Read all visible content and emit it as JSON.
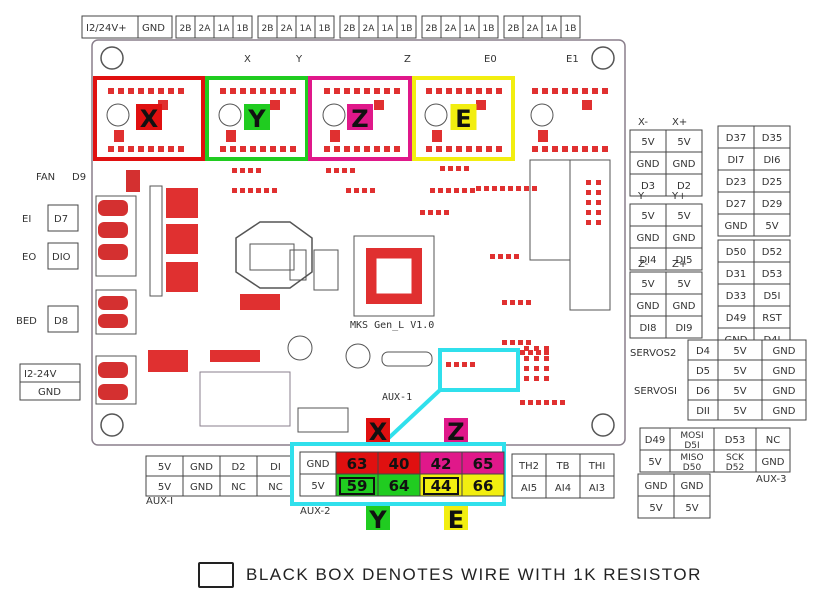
{
  "top_connector": [
    "I2/24V+",
    "GND"
  ],
  "driver_header_cells": [
    "2B",
    "2A",
    "1A",
    "1B"
  ],
  "axis_labels_board": [
    "X",
    "Y",
    "Z",
    "E0",
    "E1"
  ],
  "axis_highlights": [
    {
      "letter": "X",
      "color": "#e01010"
    },
    {
      "letter": "Y",
      "color": "#20cc20"
    },
    {
      "letter": "Z",
      "color": "#e0188a"
    },
    {
      "letter": "E",
      "color": "#f2ee10"
    }
  ],
  "left_labels": {
    "fan": "FAN",
    "fan_pin": "D9",
    "e1": "EI",
    "e1_pin": "D7",
    "e0": "EO",
    "e0_pin": "DIO",
    "bed": "BED",
    "bed_pin": "D8",
    "power": [
      "I2-24V",
      "GND"
    ]
  },
  "board_text": {
    "model": "MKS  Gen_L V1.0",
    "aux1": "AUX-1"
  },
  "endstops": {
    "x_header": [
      "X-",
      "X+"
    ],
    "x_rows": [
      [
        "5V",
        "5V"
      ],
      [
        "GND",
        "GND"
      ],
      [
        "D3",
        "D2"
      ]
    ],
    "y_header": [
      "Y-",
      "Y+"
    ],
    "y_rows": [
      [
        "5V",
        "5V"
      ],
      [
        "GND",
        "GND"
      ],
      [
        "DI4",
        "DI5"
      ]
    ],
    "z_header": [
      "Z-",
      "Z+"
    ],
    "z_rows": [
      [
        "5V",
        "5V"
      ],
      [
        "GND",
        "GND"
      ],
      [
        "DI8",
        "DI9"
      ]
    ]
  },
  "right_grid_top": [
    [
      "D37",
      "D35"
    ],
    [
      "DI7",
      "DI6"
    ],
    [
      "D23",
      "D25"
    ],
    [
      "D27",
      "D29"
    ],
    [
      "GND",
      "5V"
    ]
  ],
  "right_grid_mid": [
    [
      "D50",
      "D52"
    ],
    [
      "D31",
      "D53"
    ],
    [
      "D33",
      "D5I"
    ],
    [
      "D49",
      "RST"
    ],
    [
      "GND",
      "D4I"
    ]
  ],
  "servos": {
    "label2": "SERVOS2",
    "label1": "SERVOSI",
    "rows": [
      [
        "D4",
        "5V",
        "GND"
      ],
      [
        "D5",
        "5V",
        "GND"
      ],
      [
        "D6",
        "5V",
        "GND"
      ],
      [
        "DII",
        "5V",
        "GND"
      ]
    ]
  },
  "aux3": {
    "label": "AUX-3",
    "rows": [
      [
        "D49",
        "MOSI D5I",
        "D53",
        "NC"
      ],
      [
        "5V",
        "MISO D50",
        "SCK D52",
        "GND"
      ]
    ],
    "small": [
      [
        "GND",
        "GND"
      ],
      [
        "5V",
        "5V"
      ]
    ]
  },
  "aux1_bottom": {
    "label": "AUX-I",
    "rows": [
      [
        "5V",
        "GND",
        "D2",
        "DI"
      ],
      [
        "5V",
        "GND",
        "NC",
        "NC"
      ]
    ]
  },
  "aux2": {
    "label": "AUX-2",
    "left": [
      "GND",
      "5V"
    ],
    "row1": [
      "63",
      "40",
      "42",
      "65"
    ],
    "row2": [
      "59",
      "64",
      "44",
      "66"
    ],
    "top_letters": [
      "X",
      "Z"
    ],
    "bottom_letters": [
      "Y",
      "E"
    ]
  },
  "thermistors": {
    "row1": [
      "TH2",
      "TB",
      "THI"
    ],
    "row2": [
      "AI5",
      "AI4",
      "AI3"
    ]
  },
  "legend": "BLACK BOX DENOTES WIRE WITH 1K RESISTOR",
  "colors": {
    "red": "#e01010",
    "green": "#20cc20",
    "magenta": "#e0188a",
    "yellow": "#f2ee10",
    "cyan": "#30e0ec",
    "board": "#8a7f8c",
    "part": "#e03030"
  }
}
